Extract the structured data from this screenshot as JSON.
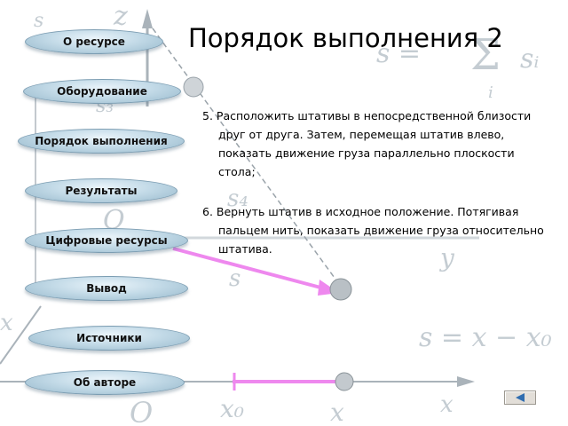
{
  "nav": {
    "items": [
      {
        "label": "О ресурсе"
      },
      {
        "label": "Оборудование"
      },
      {
        "label": "Порядок выполнения"
      },
      {
        "label": "Результаты"
      },
      {
        "label": "Цифровые ресурсы"
      },
      {
        "label": "Вывод"
      },
      {
        "label": "Источники"
      },
      {
        "label": "Об авторе"
      }
    ]
  },
  "page": {
    "title": "Порядок выполнения 2",
    "steps": [
      "5. Расположить штативы в непосредственной близости друг от друга. Затем, перемещая штатив влево, показать движение груза параллельно плоскости стола;",
      "6. Вернуть штатив в исходное положение. Потягивая пальцем нить, показать движение груза относительно штатива."
    ]
  },
  "background": {
    "labels": {
      "z": "z",
      "s_top": "s",
      "s3": "s₃",
      "s4": "s₄",
      "s_mid": "s",
      "o_top": "O",
      "y": "y",
      "x_left": "x",
      "x_bottom": "x",
      "o_bottom": "O",
      "x0": "x₀",
      "x_axis": "x",
      "formula_sum_lhs": "s =",
      "formula_sum_rhs": "sᵢ",
      "formula_sum_index": "i",
      "formula_diff": "s = x − x₀"
    }
  },
  "colors": {
    "accent_pink": "#ee88ee",
    "faded_math": "#c4ccd2",
    "nav_border": "#7c9db2"
  },
  "controls": {
    "back_icon": "triangle-left-icon"
  }
}
